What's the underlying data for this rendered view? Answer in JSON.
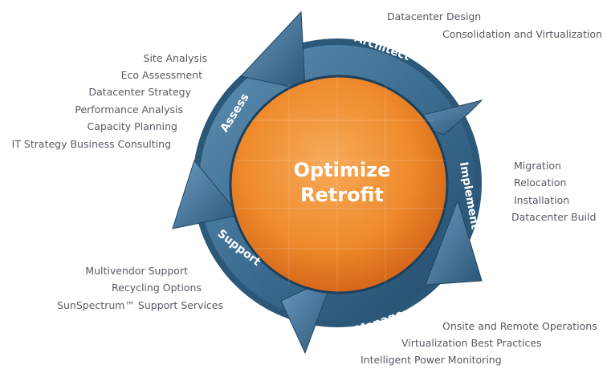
{
  "center": {
    "line1": "Optimize",
    "line2": "Retrofit"
  },
  "segments": {
    "architect": "Architect",
    "implement": "Implement",
    "manage": "Manage",
    "support": "Support",
    "assess": "Assess"
  },
  "groups": {
    "architect": [
      "Datacenter Design",
      "Consolidation and Virtualization"
    ],
    "implement": [
      "Migration",
      "Relocation",
      "Installation",
      "Datacenter Build"
    ],
    "manage": [
      "Onsite and Remote Operations",
      "Virtualization Best Practices",
      "Intelligent Power Monitoring"
    ],
    "support": [
      "Multivendor Support",
      "Recycling Options",
      "SunSpectrum™ Support Services"
    ],
    "assess": [
      "Site Analysis",
      "Eco Assessment",
      "Datacenter Strategy",
      "Performance Analysis",
      "Capacity Planning",
      "IT Strategy Business Consulting"
    ]
  },
  "colors": {
    "ring_dark": "#234d6b",
    "ring_light": "#4f7fa3",
    "core_light": "#f5a04a",
    "core_dark": "#d9681a",
    "label_text": "#555b63"
  }
}
